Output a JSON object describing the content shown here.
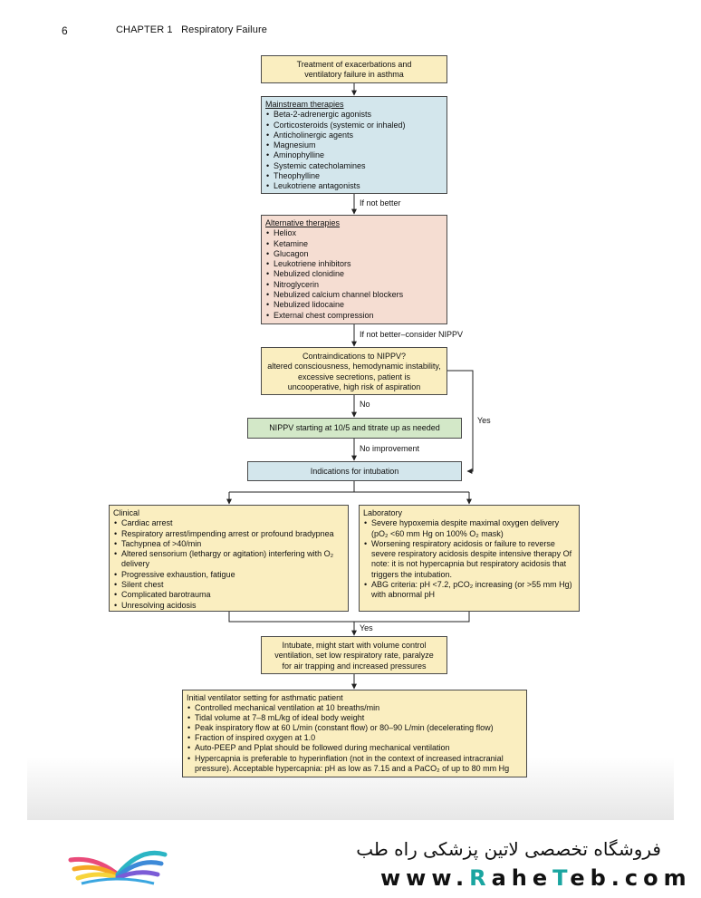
{
  "header": {
    "page_number": "6",
    "chapter": "CHAPTER 1",
    "chapter_title": "Respiratory Failure"
  },
  "flow": {
    "start": [
      "Treatment of exacerbations and",
      "ventilatory failure in asthma"
    ],
    "mainstream": {
      "heading": "Mainstream therapies",
      "items": [
        "Beta-2-adrenergic agonists",
        "Corticosteroids (systemic or inhaled)",
        "Anticholinergic agents",
        "Magnesium",
        "Aminophylline",
        "Systemic catecholamines",
        "Theophylline",
        "Leukotriene antagonists"
      ]
    },
    "label_not_better": "If not better",
    "alternative": {
      "heading": "Alternative therapies",
      "items": [
        "Heliox",
        "Ketamine",
        "Glucagon",
        "Leukotriene inhibitors",
        "Nebulized clonidine",
        "Nitroglycerin",
        "Nebulized calcium channel blockers",
        "Nebulized lidocaine",
        "External chest compression"
      ]
    },
    "label_consider_nippv": "If not better–consider NIPPV",
    "contraindications": [
      "Contraindications to NIPPV?",
      "altered consciousness, hemodynamic instability,",
      "excessive secretions, patient is",
      "uncooperative, high risk of aspiration"
    ],
    "label_no": "No",
    "label_yes_side": "Yes",
    "nippv": "NIPPV starting at 10/5 and titrate up as needed",
    "label_no_improvement": "No improvement",
    "indications": "Indications for intubation",
    "clinical": {
      "heading": "Clinical",
      "items": [
        "Cardiac arrest",
        "Respiratory arrest/impending arrest or profound bradypnea",
        "Tachypnea of >40/min",
        "Altered sensorium (lethargy or agitation) interfering with O₂ delivery",
        "Progressive exhaustion, fatigue",
        "Silent chest",
        "Complicated barotrauma",
        "Unresolving acidosis"
      ]
    },
    "laboratory": {
      "heading": "Laboratory",
      "items": [
        "Severe hypoxemia despite maximal oxygen delivery (pO₂ <60 mm Hg on 100% O₂ mask)",
        "Worsening respiratory acidosis or failure to reverse severe respiratory acidosis despite intensive therapy Of note: it is not hypercapnia but respiratory acidosis that triggers the intubation.",
        "ABG criteria: pH <7.2, pCO₂ increasing (or >55 mm Hg)  with abnormal pH"
      ]
    },
    "label_yes_bottom": "Yes",
    "intubate": [
      "Intubate, might start with volume control",
      "ventilation, set low respiratory rate, paralyze",
      "for air trapping and increased pressures"
    ],
    "ventilator": {
      "heading": "Initial ventilator setting for asthmatic patient",
      "items": [
        "Controlled mechanical ventilation at 10 breaths/min",
        "Tidal volume at 7–8 mL/kg of ideal body weight",
        "Peak inspiratory flow at 60 L/min (constant flow) or 80–90 L/min (decelerating flow)",
        "Fraction of inspired oxygen at 1.0",
        "Auto-PEEP and Pplat should be followed during mechanical ventilation",
        "Hypercapnia is preferable to hyperinflation (not in the context of increased intracranial pressure). Acceptable hypercapnia: pH as low as 7.15 and a PaCO₂ of up to 80 mm Hg"
      ]
    }
  },
  "footer": {
    "persian": "فروشگاه تخصصی لاتین پزشکی  راه طب",
    "url_pre": "www.",
    "url_r": "R",
    "url_mid1": "ahe",
    "url_t": "T",
    "url_mid2": "eb.com"
  },
  "colors": {
    "yellow": "#faeec0",
    "blue": "#d3e6ec",
    "pink": "#f5ddd2",
    "green": "#d3e8c8",
    "accent": "#1aa5a0"
  },
  "icons": [
    "book-logo-icon"
  ]
}
